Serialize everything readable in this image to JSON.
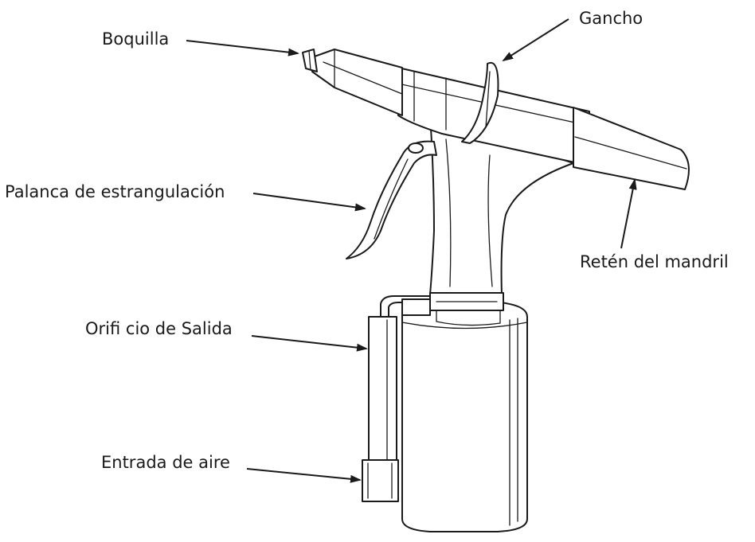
{
  "labels": {
    "nozzle": "Boquilla",
    "hook": "Gancho",
    "trigger": "Palanca de estrangulación",
    "mandrel_retainer": "Retén del mandril",
    "exhaust": "Orifi cio de Salida",
    "air_inlet": "Entrada de aire"
  }
}
